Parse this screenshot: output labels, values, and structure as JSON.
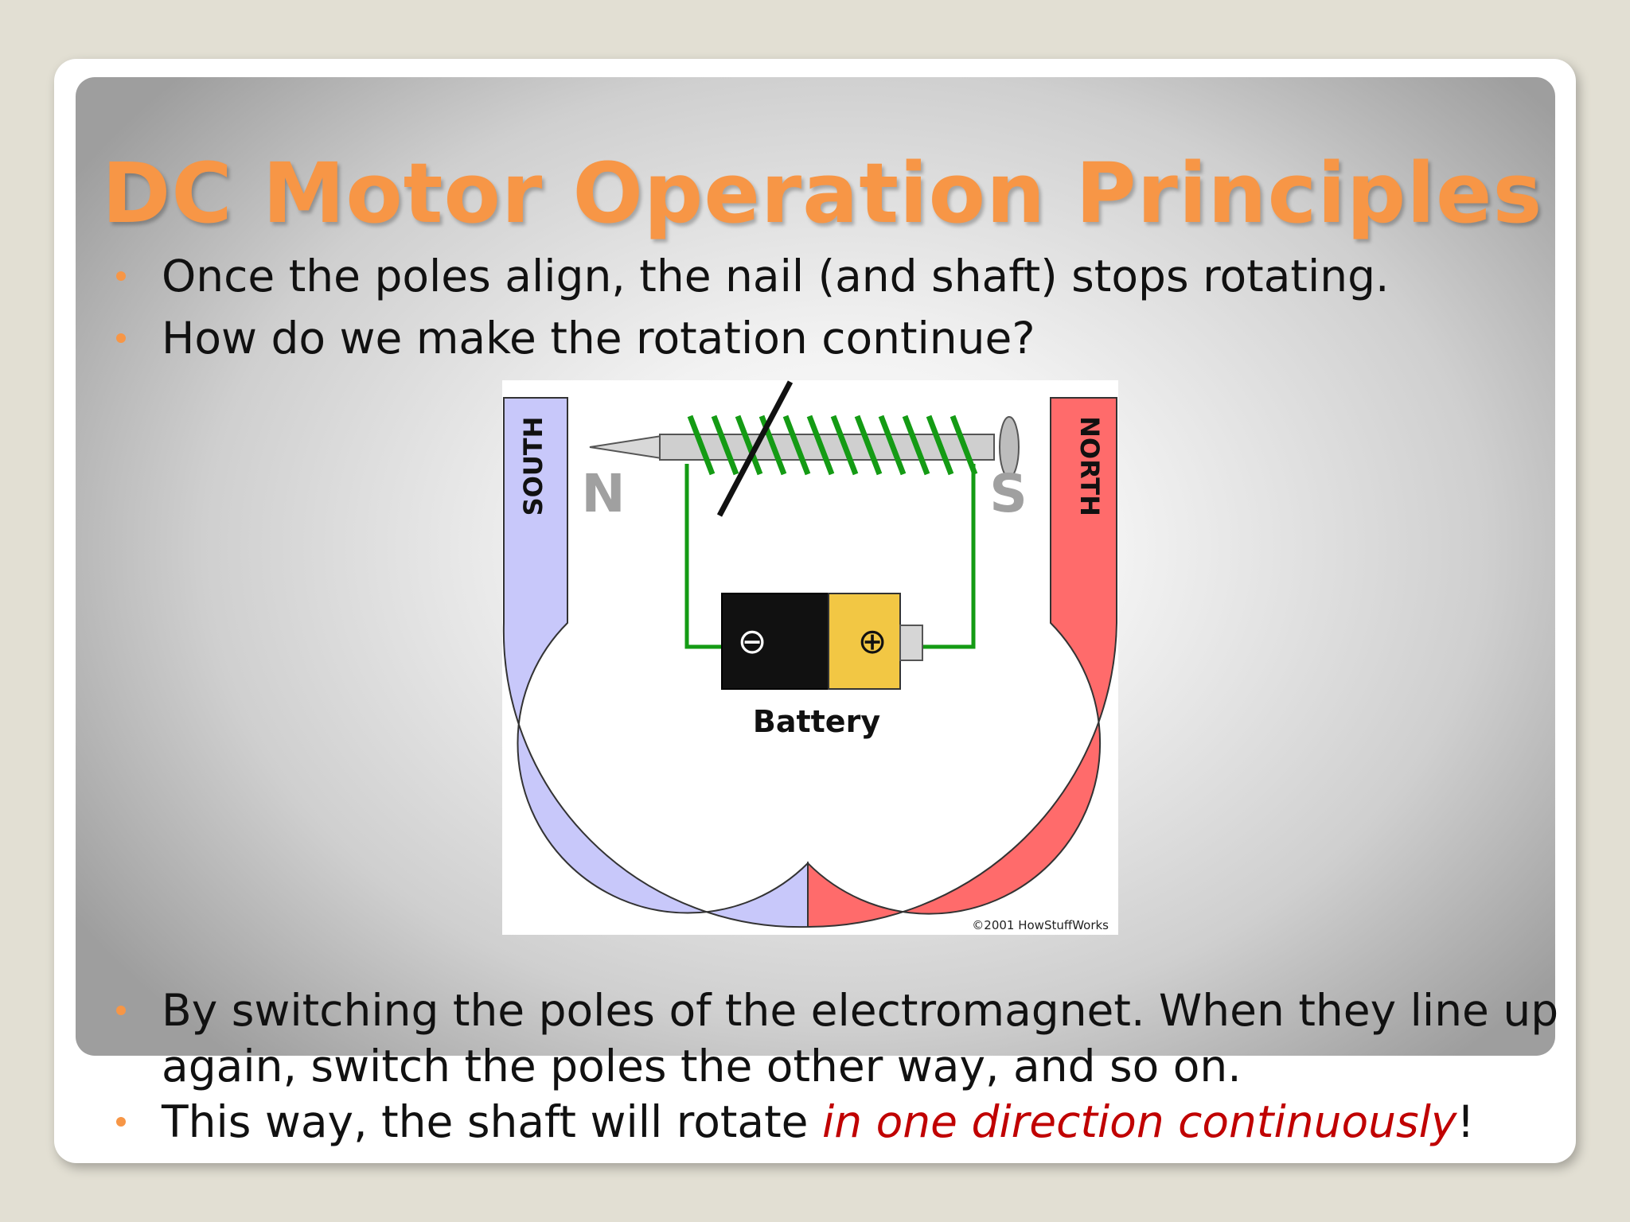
{
  "slide": {
    "title": "DC Motor Operation Principles",
    "bullets_top": [
      "Once the poles align, the nail (and shaft) stops rotating.",
      "How do we make the rotation continue?"
    ],
    "bullets_bottom": {
      "b1": "By switching the poles of the electromagnet. When they line up again, switch the poles the other way, and so on.",
      "b2_before": "This way, the shaft will rotate ",
      "b2_emphasis": "in one direction continuously",
      "b2_after": "!"
    },
    "accent_color": "#f79646",
    "emphasis_color": "#c00000"
  },
  "figure": {
    "south_label": "SOUTH",
    "north_label": "NORTH",
    "nail_pole_left": "N",
    "nail_pole_right": "S",
    "battery_label": "Battery",
    "battery_minus": "⊖",
    "battery_plus": "⊕",
    "credit": "©2001 HowStuffWorks",
    "south_color": "#c8c8fa",
    "north_color": "#ff6b6b",
    "wire_color": "#149b14"
  }
}
